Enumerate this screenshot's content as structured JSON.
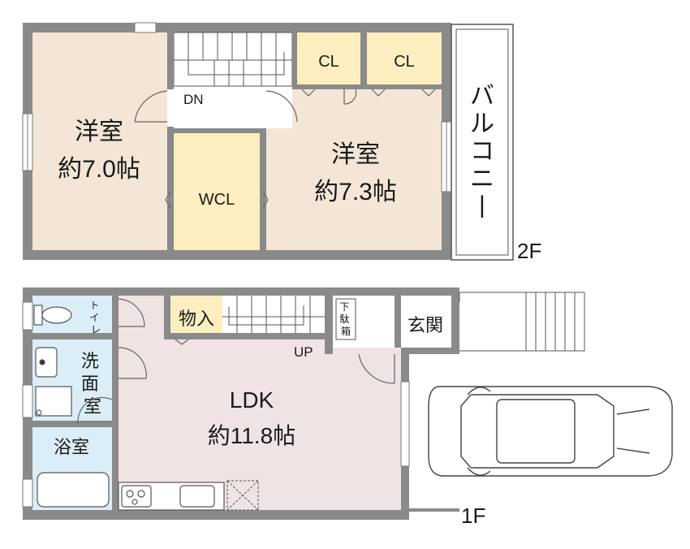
{
  "floors": {
    "upper": {
      "label": "2F",
      "rooms": {
        "west_bedroom": {
          "name": "洋室",
          "size": "約7.0帖",
          "color": "#f3e6d6"
        },
        "east_bedroom": {
          "name": "洋室",
          "size": "約7.3帖",
          "color": "#f3e6d6"
        },
        "wcl": {
          "name": "WCL",
          "color": "#fdeebf"
        },
        "closet1": {
          "name": "CL",
          "color": "#fdeebf"
        },
        "closet2": {
          "name": "CL",
          "color": "#fdeebf"
        },
        "balcony": {
          "name": "バルコニー"
        },
        "stair_label": "DN"
      }
    },
    "lower": {
      "label": "1F",
      "rooms": {
        "ldk": {
          "name": "LDK",
          "size": "約11.8帖",
          "color": "#f0e3e3"
        },
        "toilet": {
          "name": "トイレ",
          "color": "#dbeef8"
        },
        "washroom": {
          "name": "洗面室",
          "color": "#dbeef8"
        },
        "bathroom": {
          "name": "浴室",
          "color": "#dbeef8"
        },
        "storage": {
          "name": "物入",
          "color": "#fdeebf"
        },
        "shoe_box": {
          "name": "下駄箱"
        },
        "entrance": {
          "name": "玄関"
        },
        "stair_label": "UP"
      }
    }
  },
  "colors": {
    "wall": "#8a8a8a",
    "bedroom": "#f3e6d6",
    "closet": "#fdeebf",
    "ldk": "#f0e3e3",
    "wet_area": "#dbeef8"
  }
}
